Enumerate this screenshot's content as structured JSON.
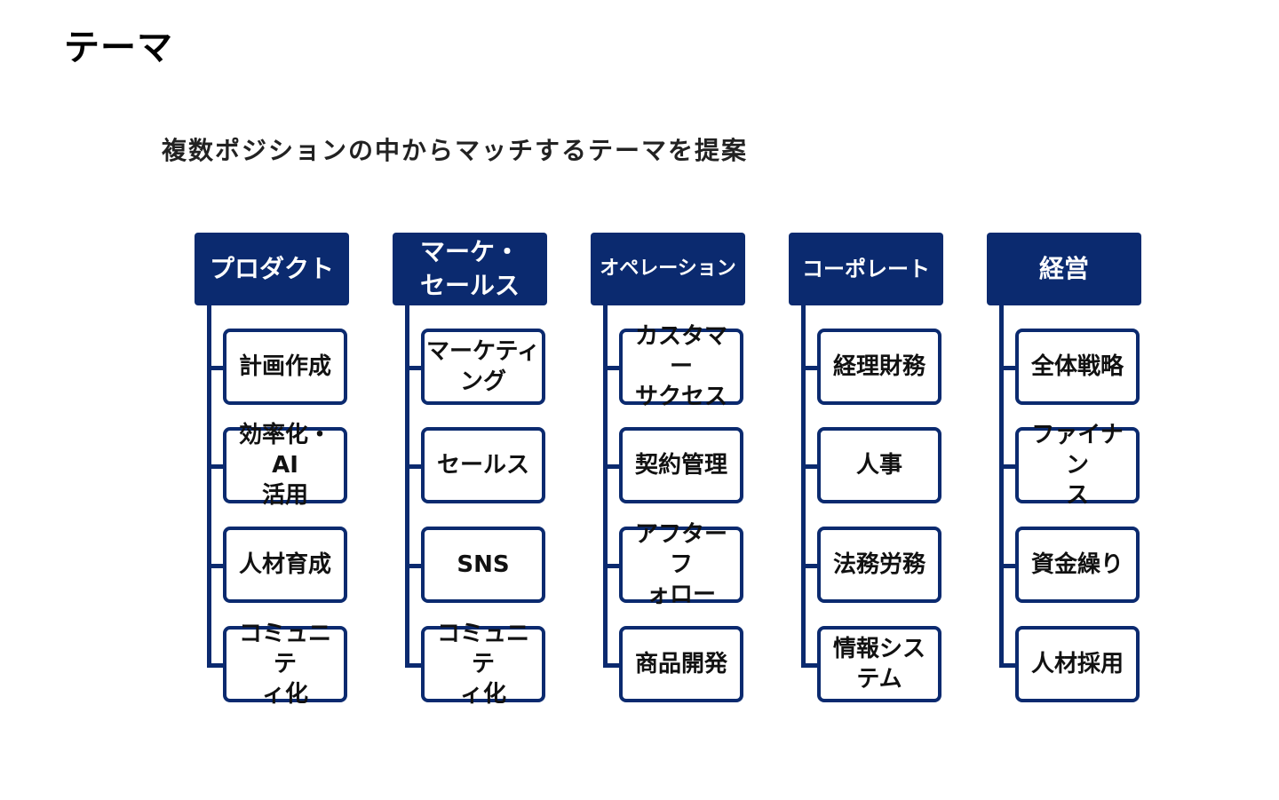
{
  "page": {
    "title": "テーマ",
    "subtitle": "複数ポジションの中からマッチするテーマを提案"
  },
  "colors": {
    "primary": "#0b2a6f",
    "text": "#111111",
    "background": "#ffffff"
  },
  "columns": [
    {
      "header": "プロダクト",
      "items": [
        "計画作成",
        "効率化・AI\n活用",
        "人材育成",
        "コミュニテ\nィ化"
      ]
    },
    {
      "header": "マーケ・\nセールス",
      "items": [
        "マーケティ\nング",
        "セールス",
        "SNS",
        "コミュニテ\nィ化"
      ]
    },
    {
      "header": "オペレーション",
      "items": [
        "カスタマー\nサクセス",
        "契約管理",
        "アフターフ\nォロー",
        "商品開発"
      ]
    },
    {
      "header": "コーポレート",
      "items": [
        "経理財務",
        "人事",
        "法務労務",
        "情報シス\nテム"
      ]
    },
    {
      "header": "経営",
      "items": [
        "全体戦略",
        "ファイナン\nス",
        "資金繰り",
        "人材採用"
      ]
    }
  ]
}
